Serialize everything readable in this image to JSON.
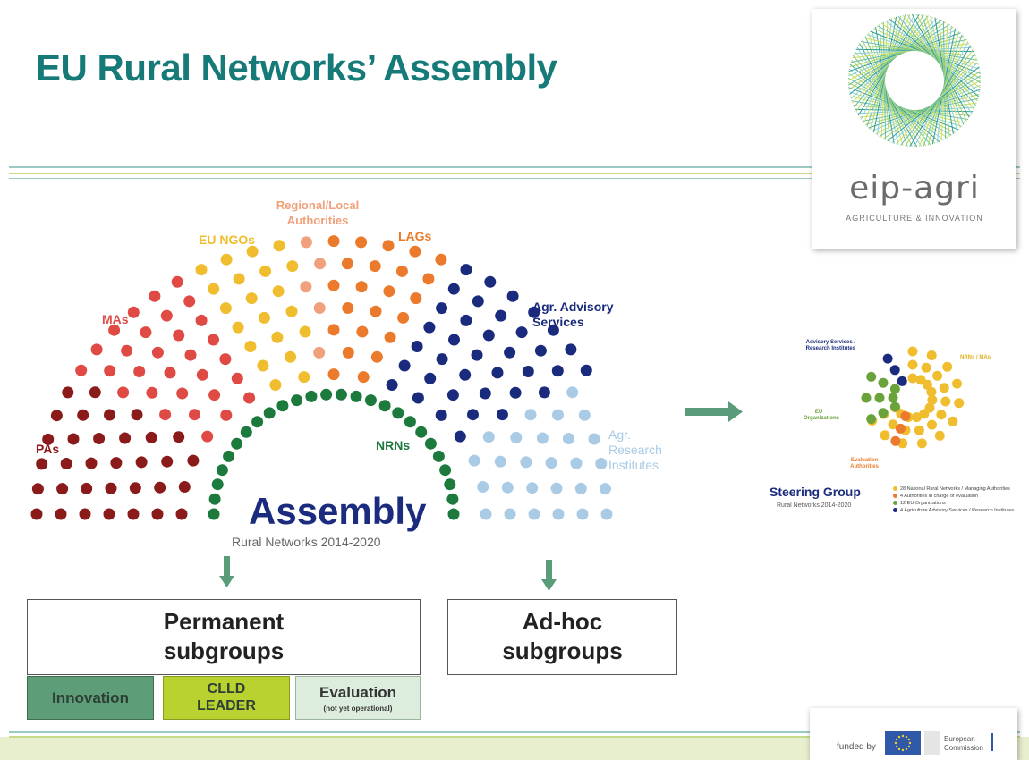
{
  "title": "EU Rural Networks’ Assembly",
  "logo": {
    "word": "eip-agri",
    "tagline": "AGRICULTURE & INNOVATION"
  },
  "assembly": {
    "title": "Assembly",
    "subtitle": "Rural Networks 2014-2020",
    "labels": {
      "pas": "PAs",
      "mas": "MAs",
      "eu_ngos": "EU NGOs",
      "regional": "Regional/Local Authorities",
      "lags": "LAGs",
      "advisory": "Agr. Advisory Services",
      "nrns": "NRNs",
      "research": "Agr. Research Institutes"
    },
    "colors": {
      "pas": "#8b1a1a",
      "mas": "#e04a45",
      "eu_ngos": "#f0bd2e",
      "regional": "#f0a07a",
      "lags": "#ec7a2c",
      "advisory": "#1a2b7e",
      "nrns": "#1b7a3c",
      "research": "#a9cbe6"
    }
  },
  "permanent": {
    "title": "Permanent subgroups",
    "items": [
      {
        "label": "Innovation",
        "note": ""
      },
      {
        "label": "CLLD LEADER",
        "note": ""
      },
      {
        "label": "Evaluation",
        "note": "(not yet operational)"
      }
    ]
  },
  "adhoc": {
    "title": "Ad-hoc subgroups"
  },
  "steering": {
    "title": "Steering Group",
    "subtitle": "Rural Networks 2014-2020",
    "labels": {
      "advisory": "Advisory Services / Research Institutes",
      "nrns_mas": "NRNs / MAs",
      "eu_orgs": "EU Organizations",
      "evaluation": "Evaluation Authorities"
    },
    "legend": [
      {
        "text": "28 National Rural Networks / Managing Authorities",
        "color": "#f0bd2e"
      },
      {
        "text": "4 Authorities in charge of evaluation",
        "color": "#ec7a2c"
      },
      {
        "text": "12 EU Organizations",
        "color": "#6aa33a"
      },
      {
        "text": "4 Agriculture Advisory Services / Research Institutes",
        "color": "#1a2b7e"
      }
    ]
  },
  "footer": {
    "funded_by": "funded by",
    "ec": "European Commission"
  }
}
